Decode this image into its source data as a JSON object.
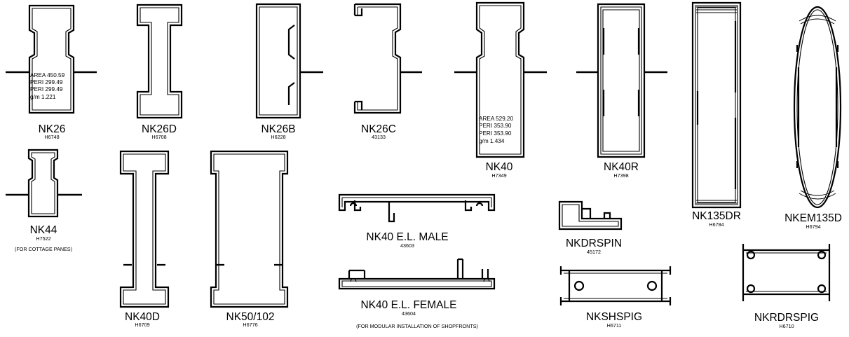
{
  "profiles": [
    {
      "name": "NK26",
      "code": "H6748",
      "props": [
        "AREA  450.59",
        "PERI 299.49",
        "PERI 299.49",
        "g/m 1.221"
      ]
    },
    {
      "name": "NK26D",
      "code": "H6708"
    },
    {
      "name": "NK26B",
      "code": "H6228"
    },
    {
      "name": "NK26C",
      "code": "43133"
    },
    {
      "name": "NK40",
      "code": "H7349",
      "props": [
        "AREA 529.20",
        "PERI 353.90",
        "PERI 353.90",
        "g/m  1.434"
      ]
    },
    {
      "name": "NK40R",
      "code": "H7398"
    },
    {
      "name": "NK135DR",
      "code": "H6784"
    },
    {
      "name": "NKEM135D",
      "code": "H6794"
    },
    {
      "name": "NK44",
      "code": "H7522",
      "note": "(FOR COTTAGE PANES)"
    },
    {
      "name": "NK40D",
      "code": "H6709"
    },
    {
      "name": "NK50/102",
      "code": "H6776"
    },
    {
      "name": "NK40 E.L. MALE",
      "code": "43603"
    },
    {
      "name": "NK40 E.L. FEMALE",
      "code": "43604",
      "note": "(FOR MODULAR INSTALLATION OF SHOPFRONTS)"
    },
    {
      "name": "NKDRSPIN",
      "code": "45172"
    },
    {
      "name": "NKSHSPIG",
      "code": "H6711"
    },
    {
      "name": "NKRDRSPIG",
      "code": "H6710"
    }
  ]
}
